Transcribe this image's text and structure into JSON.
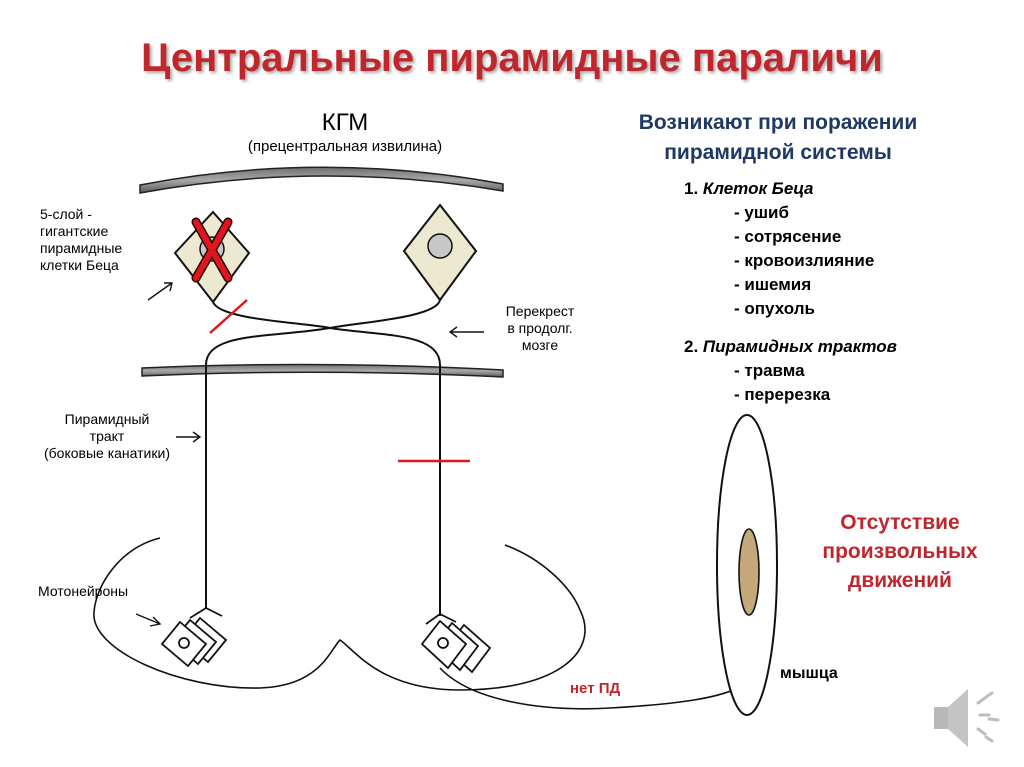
{
  "title": "Центральные пирамидные параличи",
  "cortex": {
    "label": "КГМ",
    "sublabel": "(прецентральная извилина)"
  },
  "left_labels": {
    "layer5": [
      "5-слой -",
      "гигантские",
      "пирамидные",
      "клетки Беца"
    ],
    "tract": [
      "Пирамидный",
      "тракт",
      "(боковые канатики)"
    ],
    "motoneurons": "Мотонейроны"
  },
  "right_labels": {
    "decussation": [
      "Перекрест",
      "в продолг.",
      "мозге"
    ]
  },
  "causes": {
    "heading": [
      "Возникают при поражении",
      "пирамидной системы"
    ],
    "groups": [
      {
        "number": "1.",
        "name": "Клеток Беца",
        "items": [
          "- ушиб",
          "- сотрясение",
          "- кровоизлияние",
          "- ишемия",
          "- опухоль"
        ]
      },
      {
        "number": "2.",
        "name": "Пирамидных трактов",
        "items": [
          "- травма",
          "- перерезка"
        ]
      }
    ]
  },
  "result": [
    "Отсутствие",
    "произвольных",
    "движений"
  ],
  "no_ap_label": "нет ПД",
  "muscle_label": "мышца",
  "colors": {
    "title": "#c0272d",
    "heading": "#1f3864",
    "lesion": "#e0161c",
    "structure_fill": "#8a8a8a",
    "cell_fill": "#ede8d0",
    "nucleus_fill": "#c8c8c8",
    "muscle_fiber_fill": "#c6a97a"
  },
  "icons": [
    "speaker-icon",
    "arrow-icon"
  ]
}
